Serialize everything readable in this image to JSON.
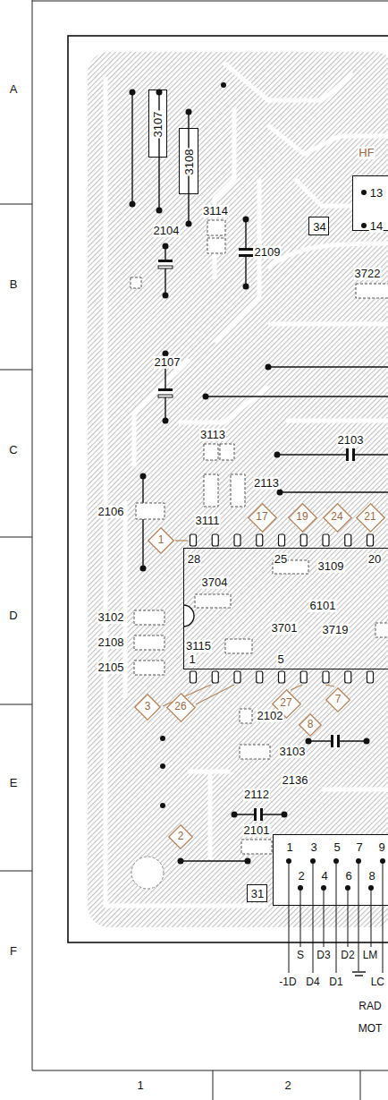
{
  "diagram": {
    "nodes": [
      {
        "text": [
          "3107"
        ]
      },
      {
        "text": [
          "3108"
        ]
      },
      {
        "text": [
          "HF",
          "13",
          "14"
        ]
      },
      {
        "text": [
          "34"
        ]
      },
      {
        "text": [
          "17"
        ]
      },
      {
        "text": [
          "19"
        ]
      },
      {
        "text": [
          "24"
        ]
      },
      {
        "text": [
          "21"
        ]
      },
      {
        "text": [
          "1"
        ]
      },
      {
        "text": [
          "28",
          "25",
          "20",
          "1",
          "5",
          "6101"
        ]
      },
      {
        "text": [
          "3"
        ]
      },
      {
        "text": [
          "26"
        ]
      },
      {
        "text": [
          "27"
        ]
      },
      {
        "text": [
          "7"
        ]
      },
      {
        "text": [
          "8"
        ]
      },
      {
        "text": [
          "2"
        ]
      },
      {
        "text": [
          "1",
          "3",
          "5",
          "7",
          "9",
          "2",
          "4",
          "6",
          "8"
        ]
      },
      {
        "text": [
          "31"
        ]
      }
    ],
    "labels": [
      "3114",
      "2104",
      "2109",
      "3722",
      "2107",
      "3113",
      "2103",
      "2113",
      "2106",
      "3111",
      "3109",
      "3704",
      "3701",
      "3719",
      "3102",
      "2108",
      "2105",
      "3115",
      "2102",
      "3103",
      "2136",
      "2112",
      "2101",
      "S",
      "D3",
      "D2",
      "LM",
      "-1D",
      "D4",
      "D1",
      "LC",
      "RAD",
      "MOT",
      "A",
      "B",
      "C",
      "D",
      "E",
      "F",
      "1",
      "2"
    ]
  }
}
